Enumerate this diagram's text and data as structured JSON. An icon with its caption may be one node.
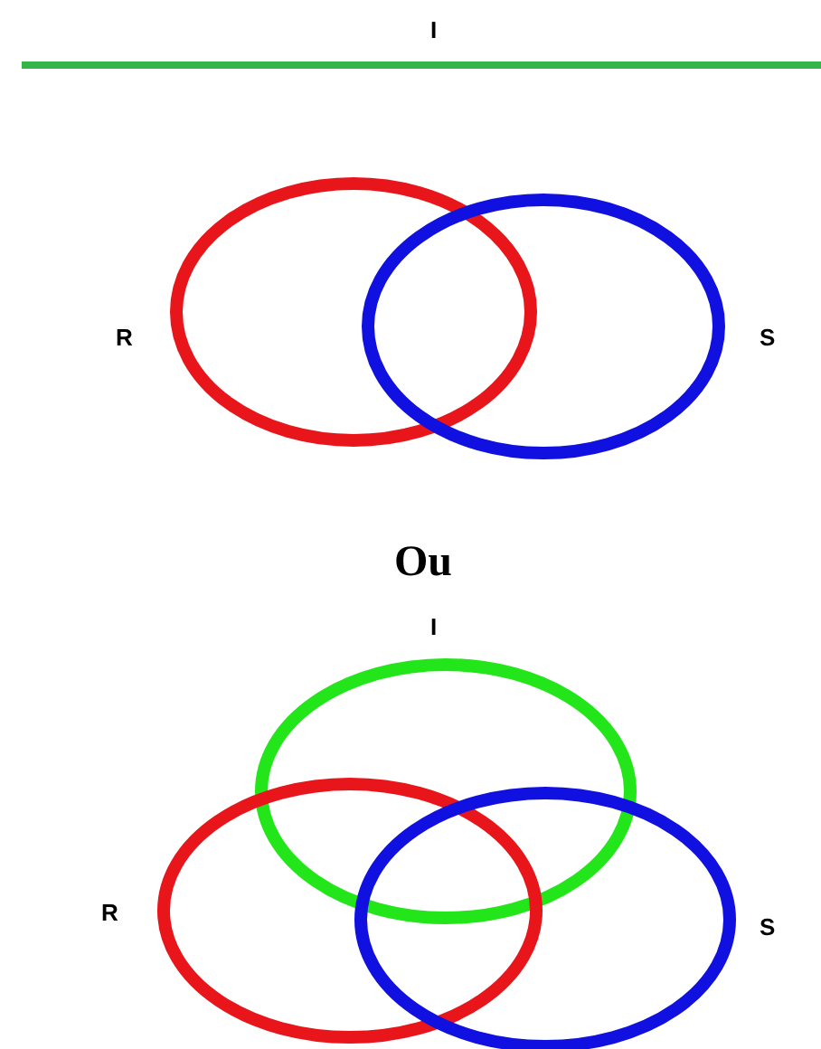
{
  "diagram": {
    "nodes": [
      {
        "text": [],
        "shape": "bar",
        "beside": [
          "I"
        ]
      },
      {
        "text": [],
        "shape": "ellipse",
        "beside": [
          "R"
        ]
      },
      {
        "text": [],
        "shape": "ellipse",
        "beside": [
          "S"
        ]
      },
      {
        "text": [],
        "shape": "ellipse",
        "beside": [
          "I"
        ]
      },
      {
        "text": [],
        "shape": "ellipse",
        "beside": [
          "R"
        ]
      },
      {
        "text": [],
        "shape": "ellipse",
        "beside": [
          "S"
        ]
      }
    ],
    "labels": [
      "Ou"
    ]
  }
}
